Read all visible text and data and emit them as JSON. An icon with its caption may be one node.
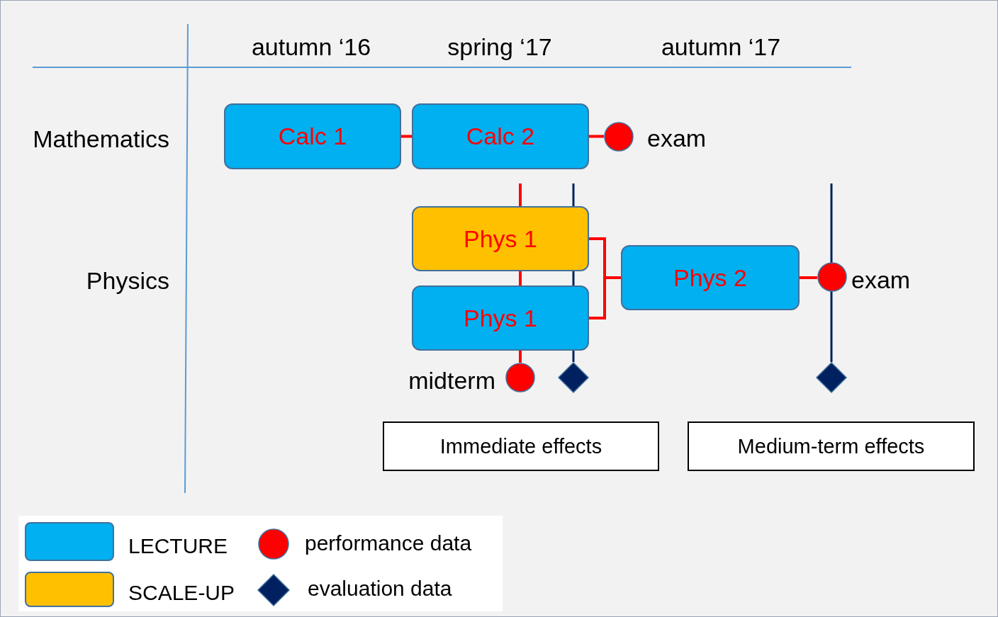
{
  "diagram": {
    "nodes": [
      {
        "text": [
          "Calc 1"
        ]
      },
      {
        "text": [
          "Calc 2"
        ]
      },
      {
        "text": [],
        "shape": "circle",
        "beside": [
          "exam"
        ]
      },
      {
        "text": [
          "Phys 1"
        ]
      },
      {
        "text": [
          "Phys 1"
        ]
      },
      {
        "text": [
          "Phys 2"
        ]
      },
      {
        "text": [],
        "shape": "circle",
        "beside": [
          "exam"
        ]
      },
      {
        "text": [],
        "shape": "circle",
        "beside": [
          "midterm"
        ]
      },
      {
        "text": [],
        "shape": "diamond"
      },
      {
        "text": [],
        "shape": "diamond"
      },
      {
        "text": [
          "Immediate effects"
        ]
      },
      {
        "text": [
          "Medium-term effects"
        ]
      }
    ],
    "edges": [
      {
        "from": 0,
        "to": 1,
        "arrow": "none"
      },
      {
        "from": 1,
        "to": 2,
        "arrow": "none"
      },
      {
        "from": 3,
        "to": 5,
        "arrow": "none"
      },
      {
        "from": 4,
        "to": 5,
        "arrow": "none"
      },
      {
        "from": 5,
        "to": 6,
        "arrow": "none"
      },
      {
        "from": 7,
        "to": null,
        "arrow": "none"
      },
      {
        "from": 8,
        "to": null,
        "arrow": "none",
        "color": "#002060"
      },
      {
        "from": 9,
        "to": null,
        "arrow": "none",
        "color": "#002060"
      }
    ],
    "labels": [
      "autumn ‘16",
      "spring ‘17",
      "autumn ‘17",
      "Mathematics",
      "Physics"
    ],
    "legend": [
      {
        "text": "LECTURE",
        "color": "#00b0f0"
      },
      {
        "text": "performance data"
      },
      {
        "text": "SCALE-UP",
        "color": "#ffc000"
      },
      {
        "text": "evaluation data"
      }
    ]
  }
}
